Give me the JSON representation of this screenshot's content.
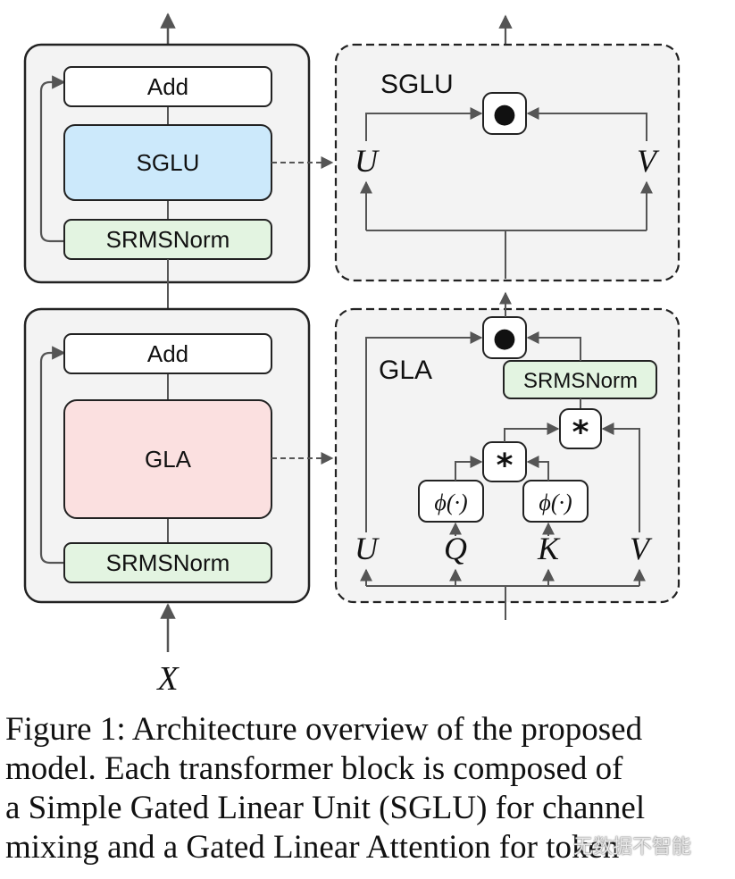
{
  "left_column": {
    "top_block": {
      "add": "Add",
      "main": "SGLU",
      "norm": "SRMSNorm"
    },
    "bottom_block": {
      "add": "Add",
      "main": "GLA",
      "norm": "SRMSNorm"
    },
    "input_label": "X"
  },
  "sglu_detail": {
    "title": "SGLU",
    "op": "●",
    "u": "U",
    "v": "V"
  },
  "gla_detail": {
    "title": "GLA",
    "op_top": "●",
    "norm": "SRMSNorm",
    "star_upper": "*",
    "star_lower": "*",
    "phi_q": "ϕ(·)",
    "phi_k": "ϕ(·)",
    "u": "U",
    "q": "Q",
    "k": "K",
    "v": "V"
  },
  "caption_lines": [
    "Figure 1: Architecture overview of the proposed",
    "model. Each transformer block is composed of",
    "a Simple Gated Linear Unit (SGLU) for channel",
    "mixing and a Gated Linear Attention for token"
  ],
  "watermark": "无数据不智能",
  "colors": {
    "sglu_fill": "#cce9fb",
    "gla_fill": "#fbe0e0",
    "norm_fill": "#e3f4e1",
    "panel_fill": "#f3f3f3",
    "line": "#555555"
  }
}
